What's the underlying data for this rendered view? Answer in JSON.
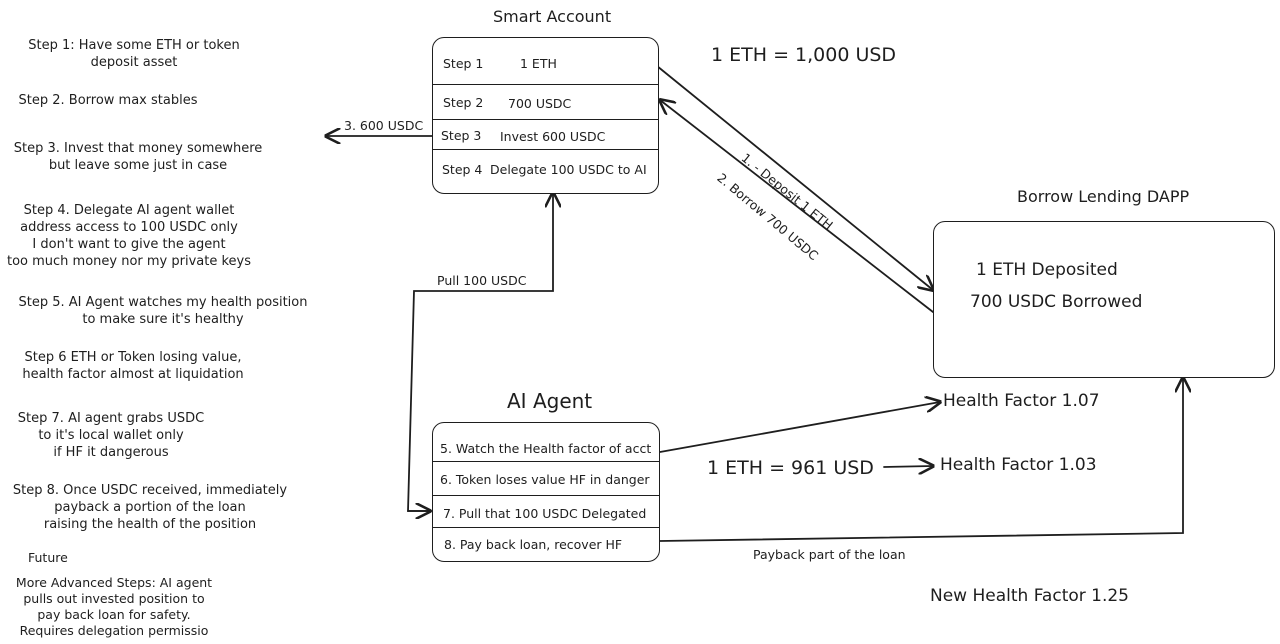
{
  "left_steps": [
    {
      "lines": [
        "Step 1: Have some ETH or token",
        "deposit asset"
      ]
    },
    {
      "lines": [
        "Step 2. Borrow max stables"
      ]
    },
    {
      "lines": [
        "Step 3. Invest that money somewhere",
        "but leave some just in case"
      ]
    },
    {
      "lines": [
        "Step 4. Delegate AI agent wallet",
        "address access to 100 USDC only",
        "I don't want to give the agent",
        "too much money nor my private keys"
      ]
    },
    {
      "lines": [
        "Step 5. AI Agent watches my health position",
        "to make sure it's healthy"
      ]
    },
    {
      "lines": [
        "Step 6  ETH or Token losing value,",
        "health factor almost at liquidation"
      ]
    },
    {
      "lines": [
        "Step 7. AI agent grabs USDC",
        "to it's local wallet only",
        "if HF it dangerous"
      ]
    },
    {
      "lines": [
        "Step 8. Once USDC received, immediately",
        "payback a portion of the loan",
        "raising the health of the position"
      ]
    }
  ],
  "future": {
    "label": "Future",
    "lines": [
      "More Advanced Steps: AI agent",
      "pulls out invested position to",
      "pay back loan for safety.",
      "Requires delegation permissio"
    ]
  },
  "smart_account": {
    "title": "Smart Account",
    "rows": [
      {
        "step": "Step 1",
        "text": "1 ETH"
      },
      {
        "step": "Step 2",
        "text": "700 USDC"
      },
      {
        "step": "Step 3",
        "text": "Invest 600 USDC"
      },
      {
        "step": "Step 4",
        "text": "Delegate 100 USDC to AI"
      }
    ]
  },
  "ai_agent": {
    "title": "AI Agent",
    "rows": [
      "5. Watch the Health factor of acct",
      "6. Token loses value HF in danger",
      "7. Pull that 100 USDC Delegated",
      "8. Pay back loan, recover HF"
    ]
  },
  "dapp": {
    "title": "Borrow Lending DAPP",
    "lines": [
      "1 ETH Deposited",
      "700 USDC Borrowed"
    ]
  },
  "labels": {
    "price_initial": "1 ETH = 1,000 USD",
    "price_drop": "1 ETH = 961 USD",
    "hf_1": "Health Factor 1.07",
    "hf_2": "Health Factor 1.03",
    "hf_new": "New Health Factor 1.25",
    "invest_arrow": "3. 600 USDC",
    "pull_arrow": "Pull 100 USDC",
    "deposit_arrow": "1. - Deposit 1 ETH",
    "borrow_arrow": "2. Borrow 700 USDC",
    "payback_arrow": "Payback part of the loan"
  },
  "colors": {
    "stroke": "#1e1e1e",
    "background": "#ffffff"
  }
}
